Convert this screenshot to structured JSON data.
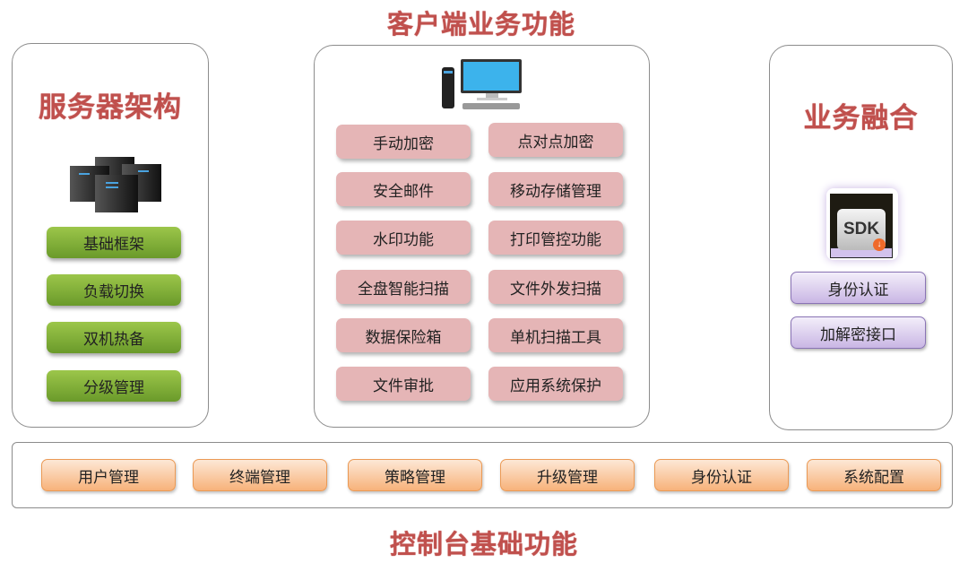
{
  "titles": {
    "client": "客户端业务功能",
    "server": "服务器架构",
    "integration": "业务融合",
    "console": "控制台基础功能"
  },
  "server_items": [
    "基础框架",
    "负载切换",
    "双机热备",
    "分级管理"
  ],
  "client_items": [
    [
      "手动加密",
      "点对点加密"
    ],
    [
      "安全邮件",
      "移动存储管理"
    ],
    [
      "水印功能",
      "打印管控功能"
    ],
    [
      "全盘智能扫描",
      "文件外发扫描"
    ],
    [
      "数据保险箱",
      "单机扫描工具"
    ],
    [
      "文件审批",
      "应用系统保护"
    ]
  ],
  "sdk_label": "SDK",
  "integration_items": [
    "身份认证",
    "加解密接口"
  ],
  "console_items": [
    "用户管理",
    "终端管理",
    "策略管理",
    "升级管理",
    "身份认证",
    "系统配置"
  ],
  "colors": {
    "title": "#c0504d",
    "green": "#7aab34",
    "pink": "#e5b5b6",
    "purple": "#c9b6e4",
    "orange": "#f7b27a"
  }
}
